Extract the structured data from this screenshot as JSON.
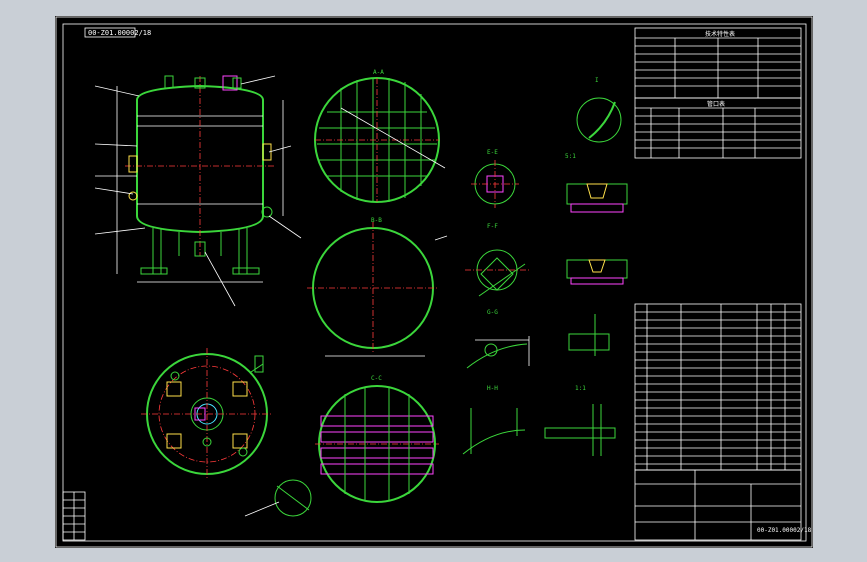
{
  "drawing": {
    "title_box": "00-Z01.00002/18",
    "views": {
      "aa": "A-A",
      "bb": "B-B",
      "cc": "C-C",
      "ee": "E-E",
      "ff": "F-F",
      "gg": "G-G",
      "hh": "H-H",
      "detail_i": "I",
      "scale_a": "5:1",
      "scale_b": "1:1"
    },
    "tables": {
      "tech_title": "技术特性表",
      "nozzle_title": "管口表"
    },
    "title_block": {
      "drawing_no": "00-Z01.00002/18"
    },
    "colors": {
      "background": "#000000",
      "primary": "#3bd63b",
      "centerline": "#ff3b3b",
      "annotation": "#ffffff",
      "hatch": "#ff44ff",
      "weld": "#ffe14a"
    }
  }
}
